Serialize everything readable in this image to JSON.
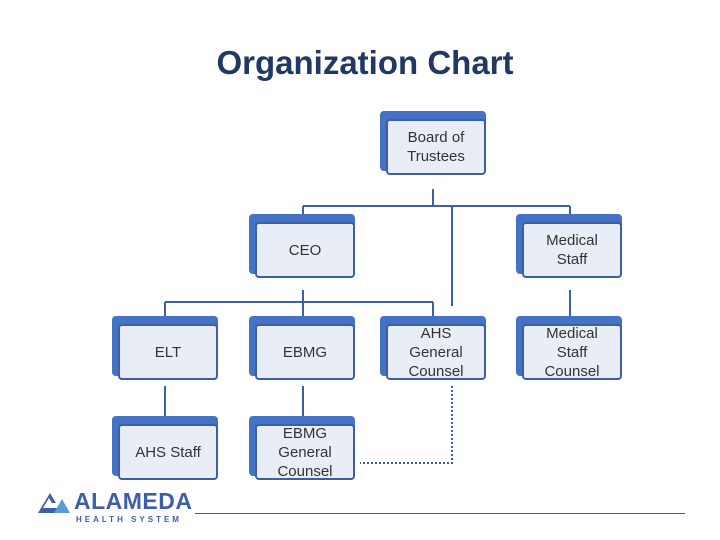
{
  "title": "Organization Chart",
  "nodes": {
    "board": "Board of\nTrustees",
    "ceo": "CEO",
    "medical_staff": "Medical\nStaff",
    "elt": "ELT",
    "ebmg": "EBMG",
    "ahs_general_counsel": "AHS\nGeneral\nCounsel",
    "medical_staff_counsel": "Medical\nStaff\nCounsel",
    "ahs_staff": "AHS Staff",
    "ebmg_general_counsel": "EBMG\nGeneral\nCounsel"
  },
  "logo": {
    "name": "ALAMEDA",
    "subtitle": "HEALTH SYSTEM"
  },
  "colors": {
    "accent": "#4472c4",
    "border": "#3e5fa8",
    "fill": "#e9edf5",
    "title": "#1f3864",
    "line": "#3e5fa8"
  }
}
